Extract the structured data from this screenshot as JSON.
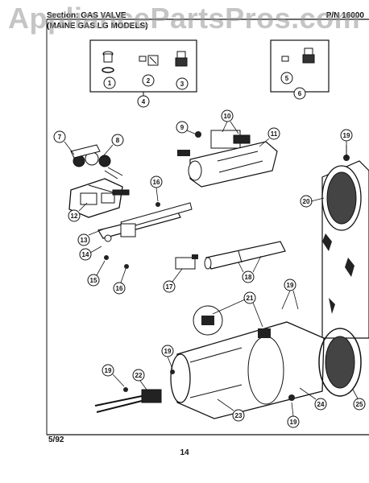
{
  "header": {
    "section_title": "Section: GAS VALVE",
    "models_line": "(MAINE GAS LG MODELS)",
    "part_number": "P/N 16000"
  },
  "watermark": "AppliancePartsPros.com",
  "footer": {
    "date": "5/92",
    "page_number": "14"
  },
  "callouts": [
    "1",
    "2",
    "3",
    "4",
    "5",
    "6",
    "7",
    "8",
    "9",
    "10",
    "11",
    "12",
    "13",
    "14",
    "15",
    "16",
    "16",
    "17",
    "18",
    "19",
    "19",
    "19",
    "19",
    "20",
    "21",
    "22",
    "23",
    "24",
    "25"
  ]
}
